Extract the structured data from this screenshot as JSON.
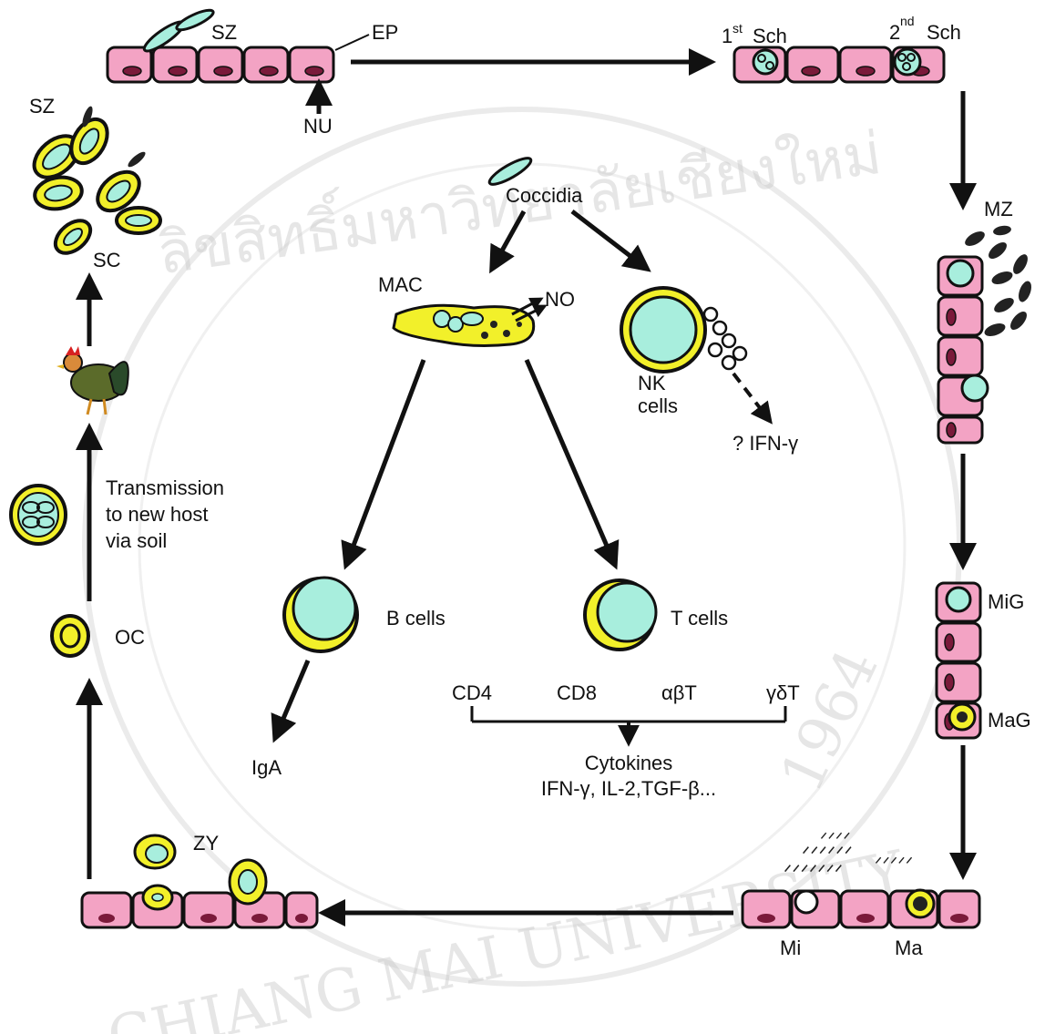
{
  "watermark": {
    "thai_text": "ลิขสิทธิ์มหาวิทยาลัยเชียงใหม่",
    "english_text": "CHIANG MAI UNIVERSITY",
    "year": "1964"
  },
  "lifecycle": {
    "sz_top": "SZ",
    "ep": "EP",
    "nu": "NU",
    "sch1_base": "1",
    "sch1_sup": "st",
    "sch1_word": "Sch",
    "sch2_base": "2",
    "sch2_sup": "nd",
    "sch2_word": "Sch",
    "mz": "MZ",
    "mig": "MiG",
    "mag": "MaG",
    "mi": "Mi",
    "ma": "Ma",
    "zy": "ZY",
    "oc": "OC",
    "transmission_lines": [
      "Transmission",
      "to new host",
      "via soil"
    ],
    "sc": "SC",
    "sz_left": "SZ"
  },
  "immune": {
    "coccidia": "Coccidia",
    "mac": "MAC",
    "no": "NO",
    "nk_lines": [
      "NK",
      "cells"
    ],
    "ifn_q": "? IFN-γ",
    "b_cells": "B cells",
    "t_cells": "T cells",
    "iga": "IgA",
    "subsets": [
      "CD4",
      "CD8",
      "αβT",
      "γδT"
    ],
    "cytokines_title": "Cytokines",
    "cytokines_list": "IFN-γ, IL-2,TGF-β..."
  },
  "colors": {
    "cell_pink": "#f3a3c4",
    "nucleus": "#7a1a3a",
    "parasite_cyan": "#a8eedd",
    "wall_yellow": "#f2f02a",
    "outline": "#111111"
  }
}
